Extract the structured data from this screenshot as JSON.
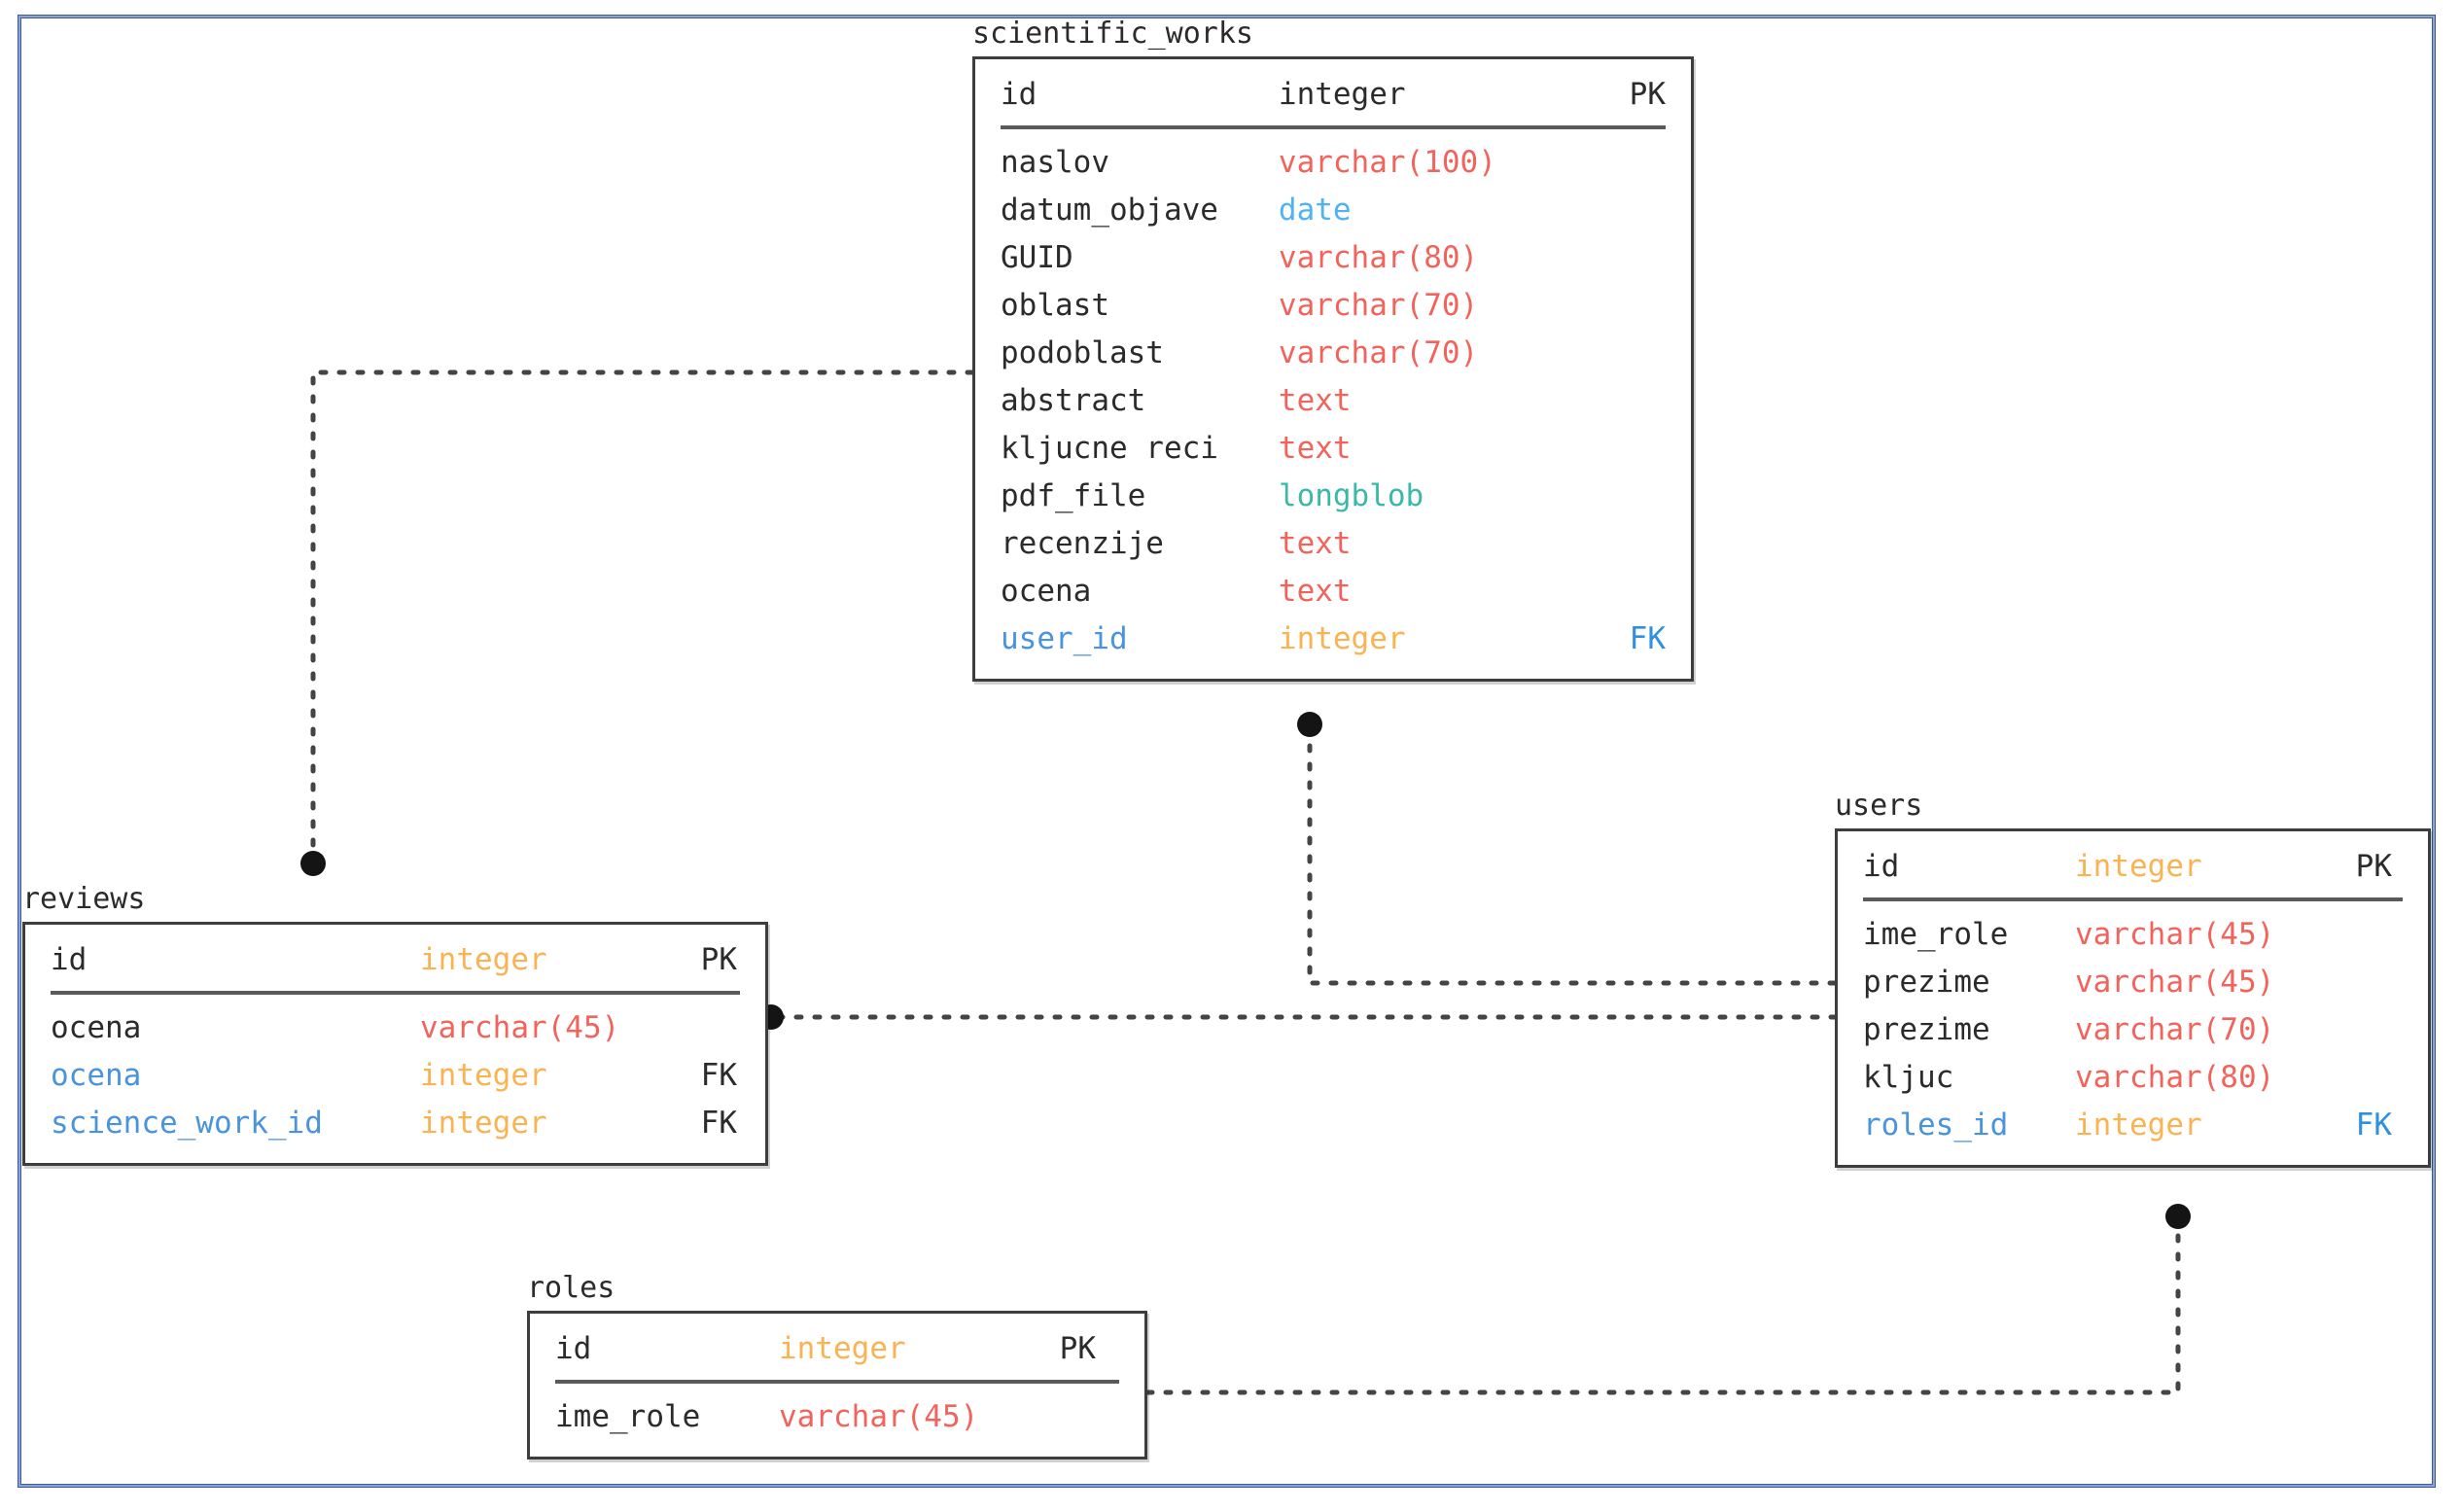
{
  "diagram": {
    "kind": "entity-relationship-diagram",
    "frame_color": "#3b5ca0",
    "entities": [
      {
        "id": "scientific_works",
        "title": "scientific_works",
        "header": {
          "name": "id",
          "type": "integer",
          "key": "PK"
        },
        "fields": [
          {
            "name": "naslov",
            "type": "varchar(100)",
            "key": "",
            "type_class": "type-text"
          },
          {
            "name": "datum_objave",
            "type": "date",
            "key": "",
            "type_class": "type-date"
          },
          {
            "name": "GUID",
            "type": "varchar(80)",
            "key": "",
            "type_class": "type-text"
          },
          {
            "name": "oblast",
            "type": "varchar(70)",
            "key": "",
            "type_class": "type-text"
          },
          {
            "name": "podoblast",
            "type": "varchar(70)",
            "key": "",
            "type_class": "type-text"
          },
          {
            "name": "abstract",
            "type": "text",
            "key": "",
            "type_class": "type-text"
          },
          {
            "name": "kljucne reci",
            "type": "text",
            "key": "",
            "type_class": "type-text"
          },
          {
            "name": "pdf_file",
            "type": "longblob",
            "key": "",
            "type_class": "type-blob"
          },
          {
            "name": "recenzije",
            "type": "text",
            "key": "",
            "type_class": "type-text"
          },
          {
            "name": "ocena",
            "type": "text",
            "key": "",
            "type_class": "type-text"
          },
          {
            "name": "user_id",
            "type": "integer",
            "key": "FK",
            "type_class": "type-integer",
            "fk": true
          }
        ]
      },
      {
        "id": "reviews",
        "title": "reviews",
        "header": {
          "name": "id",
          "type": "integer",
          "key": "PK"
        },
        "fields": [
          {
            "name": "ocena",
            "type": "varchar(45)",
            "key": "",
            "type_class": "type-text"
          },
          {
            "name": "ocena",
            "type": "integer",
            "key": "FK",
            "type_class": "type-integer",
            "fk": true
          },
          {
            "name": "science_work_id",
            "type": "integer",
            "key": "FK",
            "type_class": "type-integer",
            "fk": true
          }
        ]
      },
      {
        "id": "users",
        "title": "users",
        "header": {
          "name": "id",
          "type": "integer",
          "key": "PK"
        },
        "fields": [
          {
            "name": "ime_role",
            "type": "varchar(45)",
            "key": "",
            "type_class": "type-text"
          },
          {
            "name": "prezime",
            "type": "varchar(45)",
            "key": "",
            "type_class": "type-text"
          },
          {
            "name": "prezime",
            "type": "varchar(70)",
            "key": "",
            "type_class": "type-text"
          },
          {
            "name": "kljuc",
            "type": "varchar(80)",
            "key": "",
            "type_class": "type-text"
          },
          {
            "name": "roles_id",
            "type": "integer",
            "key": "FK",
            "type_class": "type-integer",
            "fk": true
          }
        ]
      },
      {
        "id": "roles",
        "title": "roles",
        "header": {
          "name": "id",
          "type": "integer",
          "key": "PK"
        },
        "fields": [
          {
            "name": "ime_role",
            "type": "varchar(45)",
            "key": "",
            "type_class": "type-text"
          }
        ]
      }
    ],
    "relationships": [
      {
        "id": "rel-scientificworks-reviews",
        "from": "scientific_works",
        "to": "reviews"
      },
      {
        "id": "rel-scientificworks-users",
        "from": "scientific_works",
        "to": "users"
      },
      {
        "id": "rel-reviews-users",
        "from": "reviews",
        "to": "users"
      },
      {
        "id": "rel-roles-users",
        "from": "roles",
        "to": "users"
      }
    ]
  },
  "legend": {
    "pk": "PK",
    "fk": "FK"
  },
  "colors": {
    "frame": "#3b5ca0",
    "varchar": "#f1635b",
    "integer": "#f9b352",
    "date": "#4fb3f3",
    "longblob": "#3bb8a8",
    "fk_name": "#4a93dd",
    "text_default": "#2b2b2b",
    "box_border": "#3d3d3d",
    "connector": "#444444"
  }
}
